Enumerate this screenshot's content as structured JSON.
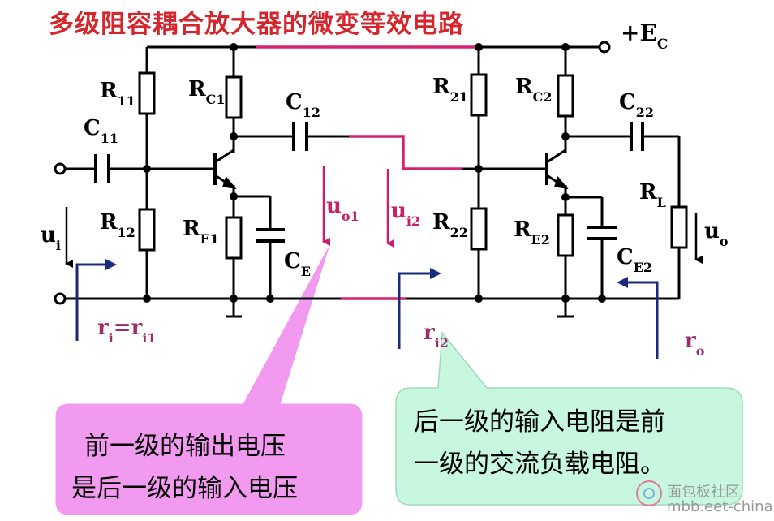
{
  "title": "多级阻容耦合放大器的微变等效电路",
  "supply": {
    "label_main": "+E",
    "label_sub": "C"
  },
  "components": {
    "R11": {
      "main": "R",
      "sub": "11"
    },
    "RC1": {
      "main": "R",
      "sub": "C1"
    },
    "C12": {
      "main": "C",
      "sub": "12"
    },
    "C11": {
      "main": "C",
      "sub": "11"
    },
    "R12": {
      "main": "R",
      "sub": "12"
    },
    "RE1": {
      "main": "R",
      "sub": "E1"
    },
    "CE1": {
      "main": "C",
      "sub": "E"
    },
    "R21": {
      "main": "R",
      "sub": "21"
    },
    "RC2": {
      "main": "R",
      "sub": "C2"
    },
    "C22": {
      "main": "C",
      "sub": "22"
    },
    "R22": {
      "main": "R",
      "sub": "22"
    },
    "RE2": {
      "main": "R",
      "sub": "E2"
    },
    "CE2": {
      "main": "C",
      "sub": "E2"
    },
    "RL": {
      "main": "R",
      "sub": "L"
    }
  },
  "signals": {
    "ui": {
      "main": "u",
      "sub": "i"
    },
    "uo1": {
      "main": "u",
      "sub": "o1"
    },
    "ui2": {
      "main": "u",
      "sub": "i2"
    },
    "uo": {
      "main": "u",
      "sub": "o"
    }
  },
  "resistances": {
    "ri_a": {
      "main": "r",
      "sub": "i"
    },
    "ri_eq": "=",
    "ri_b": {
      "main": "r",
      "sub": "i1"
    },
    "ri2": {
      "main": "r",
      "sub": "i2"
    },
    "ro": {
      "main": "r",
      "sub": "o"
    }
  },
  "callouts": {
    "left": [
      "前一级的输出电压",
      "是后一级的输入电压"
    ],
    "right": [
      "后一级的输入电阻是前",
      "一级的交流负载电阻。"
    ]
  },
  "colors": {
    "title": "#d4262c",
    "wire": "#000000",
    "highlight": "#d6226e",
    "signal": "#c8206a",
    "arrow_blue": "#1b2a7a",
    "callout_left_fill": "#f19af0",
    "callout_right_fill": "#c7f7de"
  },
  "watermark": {
    "text": "面包板社区",
    "sub": "mbb.eet-china.com"
  }
}
